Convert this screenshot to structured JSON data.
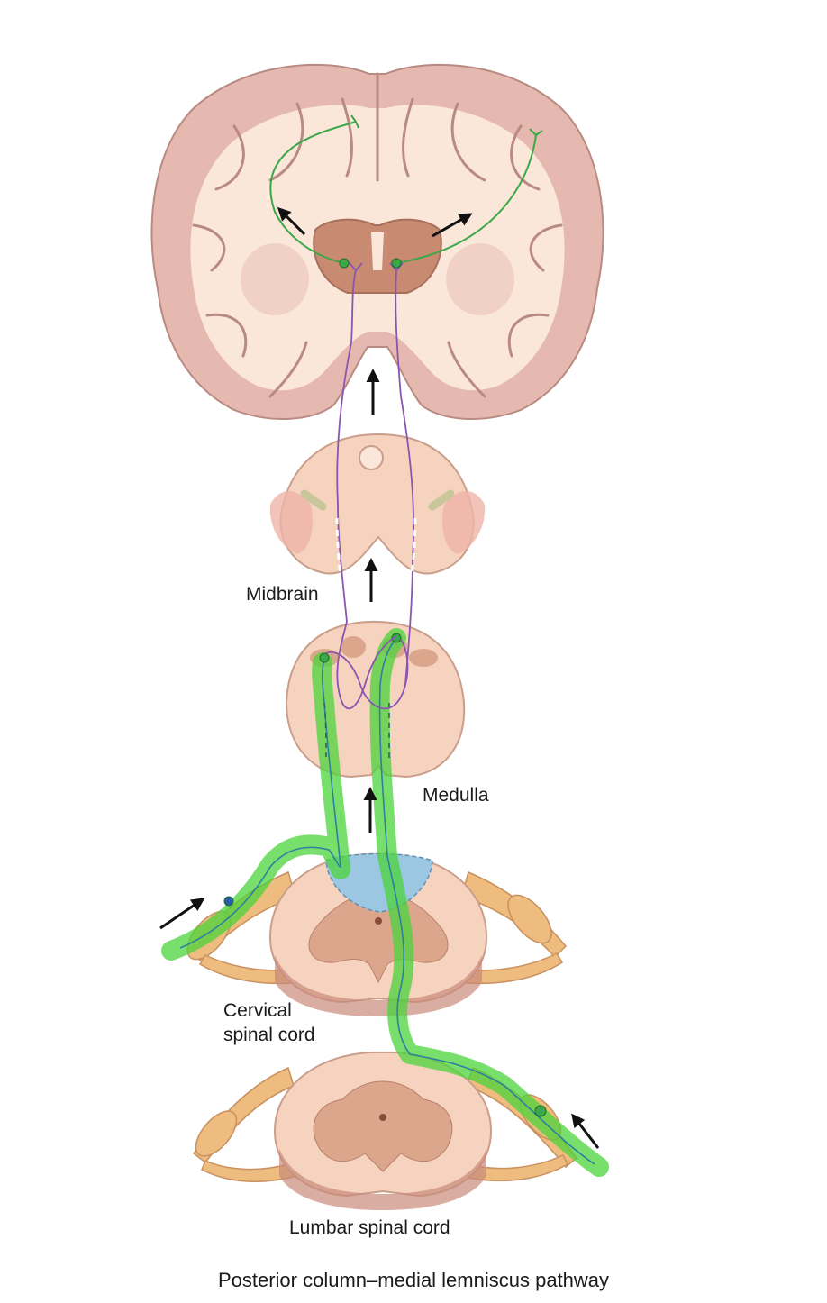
{
  "labels": {
    "midbrain": "Midbrain",
    "medulla": "Medulla",
    "cervical_line1": "Cervical",
    "cervical_line2": "spinal cord",
    "lumbar": "Lumbar spinal cord",
    "caption": "Posterior column–medial lemniscus pathway"
  },
  "colors": {
    "cortex": "#e6b9b0",
    "white_matter": "#fbe7da",
    "thalamus": "#c98a72",
    "tissue": "#f6d3bf",
    "gray_matter": "#dca68c",
    "dorsal_column": "#9cc7e2",
    "nerve": "#eebc7e",
    "first_order_neuron": "#4bd43b",
    "second_order_neuron": "#8a55b0",
    "third_order_neuron": "#3aa848",
    "arrow": "#111111"
  }
}
